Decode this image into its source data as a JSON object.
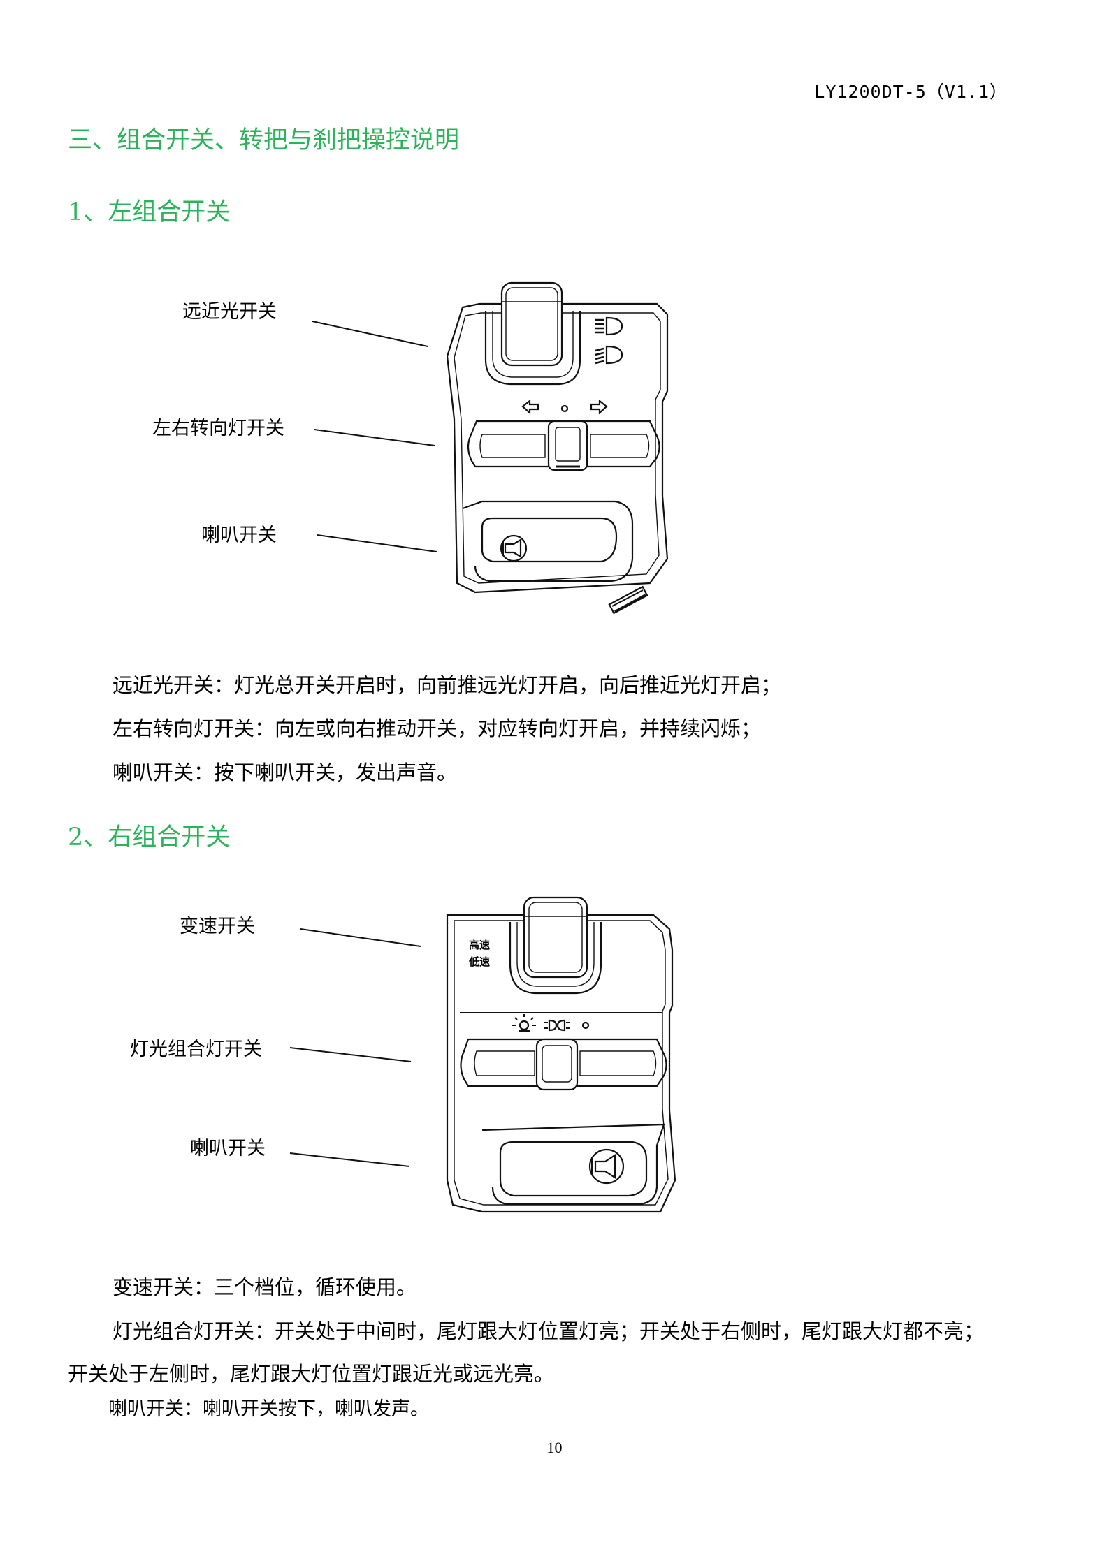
{
  "header": {
    "doc_code": "LY1200DT-5（V1.1）"
  },
  "section": {
    "title": "三、组合开关、转把与刹把操控说明"
  },
  "left_switch": {
    "heading": "1、左组合开关",
    "labels": {
      "beam": "远近光开关",
      "turn": "左右转向灯开关",
      "horn": "喇叭开关"
    },
    "descriptions": {
      "beam": "远近光开关：灯光总开关开启时，向前推远光灯开启，向后推近光灯开启；",
      "turn": "左右转向灯开关：向左或向右推动开关，对应转向灯开启，并持续闪烁；",
      "horn": "喇叭开关：按下喇叭开关，发出声音。"
    }
  },
  "right_switch": {
    "heading": "2、右组合开关",
    "labels": {
      "speed": "变速开关",
      "light": "灯光组合灯开关",
      "horn": "喇叭开关"
    },
    "panel_text": {
      "high": "高速",
      "low": "低速"
    },
    "descriptions": {
      "speed": "变速开关：三个档位，循环使用。",
      "light_1": "灯光组合灯开关：开关处于中间时，尾灯跟大灯位置灯亮；开关处于右侧时，尾灯跟大灯都不亮；",
      "light_2": "开关处于左侧时，尾灯跟大灯位置灯跟近光或远光亮。",
      "horn": "喇叭开关：喇叭开关按下，喇叭发声。"
    }
  },
  "footer": {
    "page_number": "10"
  },
  "colors": {
    "heading": "#2bb35a",
    "text": "#000000",
    "line": "#111111"
  }
}
